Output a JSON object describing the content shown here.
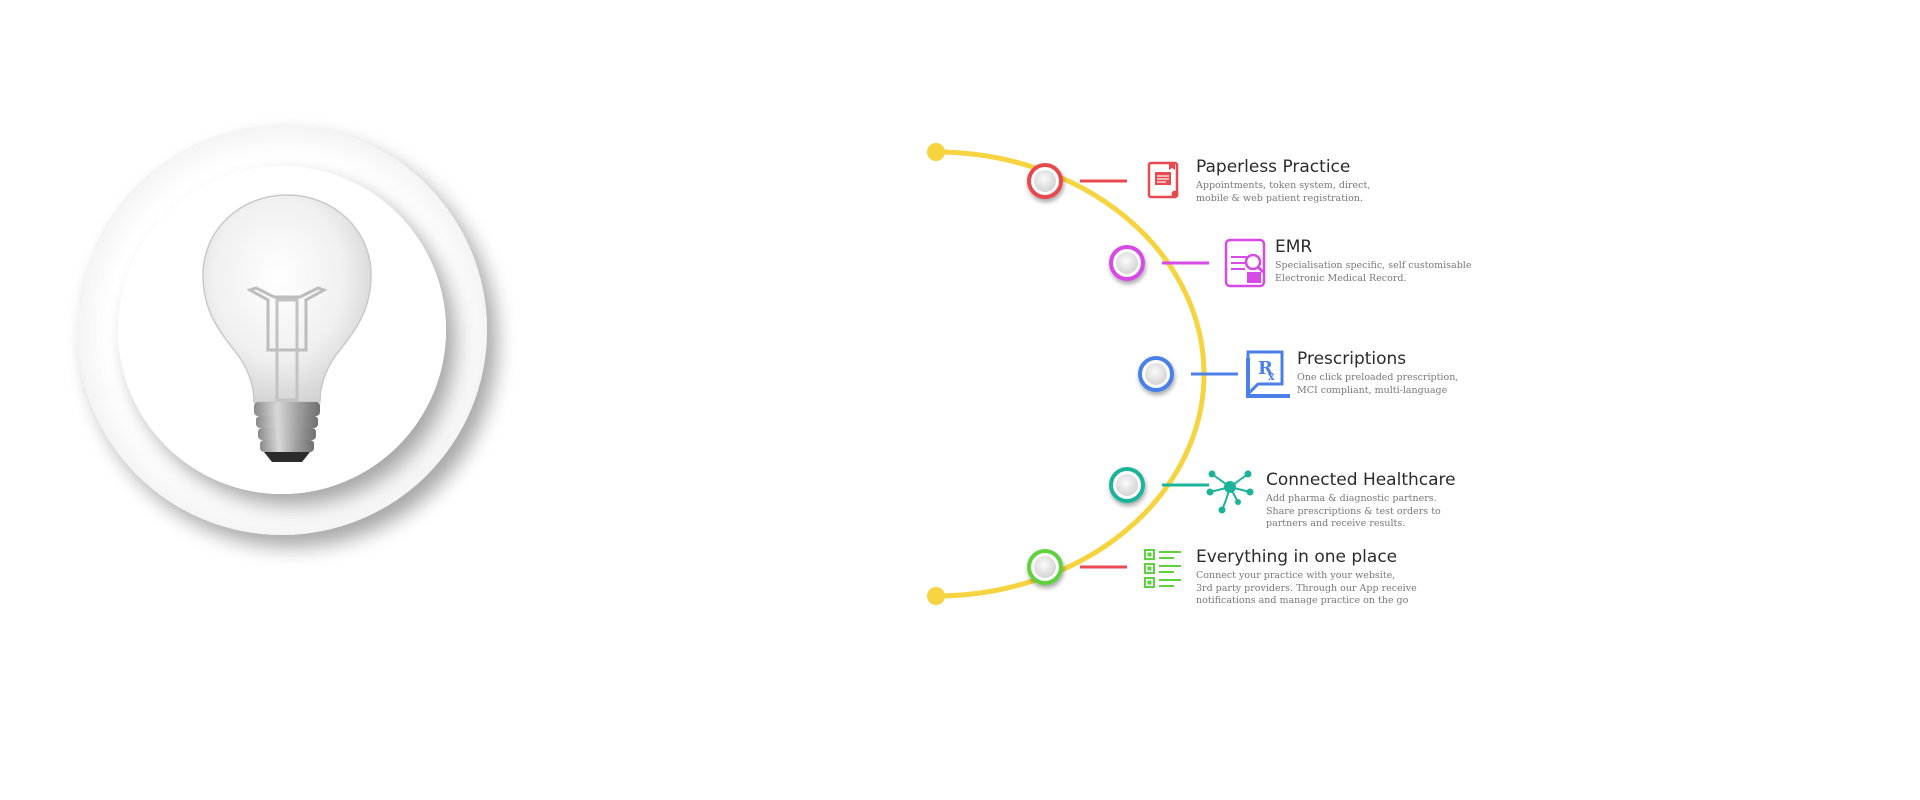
{
  "colors": {
    "timeline": "#F5D43F",
    "red": "#E84A4F",
    "magenta": "#D64AE6",
    "blue": "#4A80E8",
    "teal": "#1BB39A",
    "green": "#5ED13E"
  },
  "features": [
    {
      "title": "Paperless Practice",
      "desc": [
        "Appointments, token system, direct,",
        "mobile & web patient registration."
      ],
      "color": "red",
      "icon": "paperless-document-icon"
    },
    {
      "title": "EMR",
      "desc": [
        "Specialisation specific, self customisable",
        "Electronic Medical Record."
      ],
      "color": "magenta",
      "icon": "emr-record-icon"
    },
    {
      "title": "Prescriptions",
      "desc": [
        "One click preloaded prescription,",
        "MCI compliant, multi-language"
      ],
      "color": "blue",
      "icon": "rx-prescription-icon"
    },
    {
      "title": "Connected Healthcare",
      "desc": [
        "Add pharma & diagnostic partners.",
        "Share prescriptions & test orders to",
        "partners and receive results."
      ],
      "color": "teal",
      "icon": "network-icon"
    },
    {
      "title": "Everything in one place",
      "desc": [
        "Connect your practice with your website,",
        "3rd party providers. Through our App receive",
        "notifications and manage practice on the go"
      ],
      "color": "red",
      "icon": "checklist-icon"
    }
  ],
  "node_colors": [
    "red",
    "magenta",
    "blue",
    "teal",
    "green"
  ],
  "illustration": {
    "icon": "lightbulb-icon"
  }
}
